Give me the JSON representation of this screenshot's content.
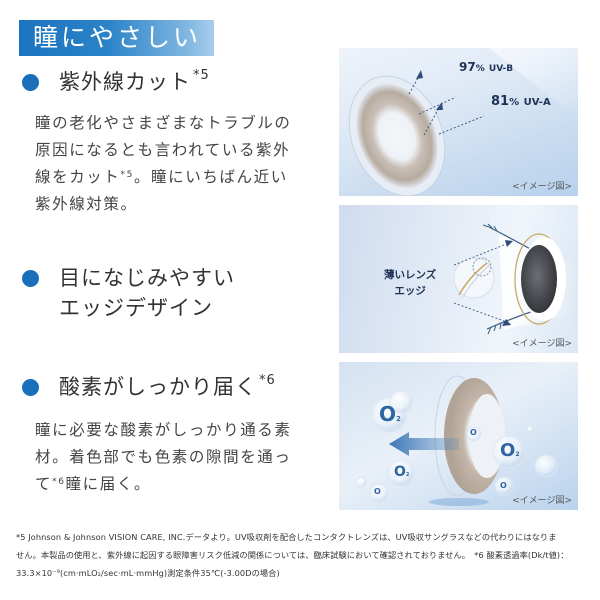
{
  "title_banner": "瞳にやさしい",
  "features": [
    {
      "heading": "紫外線カット",
      "heading_sup": "*5",
      "body_lines": [
        "瞳の老化やさまざまなトラブルの",
        "原因になるとも言われている紫外",
        "線をカット",
        "。瞳にいちばん近い",
        "紫外線対策。"
      ],
      "body_sup": "*5",
      "image": {
        "caption": "<イメージ図>",
        "labels": [
          {
            "value": "97",
            "unit": "%",
            "text": "UV-B"
          },
          {
            "value": "81",
            "unit": "%",
            "text": "UV-A"
          }
        ]
      }
    },
    {
      "heading_line1": "目になじみやすい",
      "heading_line2": "エッジデザイン",
      "image": {
        "caption": "<イメージ図>",
        "label_line1": "薄いレンズ",
        "label_line2": "エッジ"
      }
    },
    {
      "heading": "酸素がしっかり届く",
      "heading_sup": "*6",
      "body_lines": [
        "瞳に必要な酸素がしっかり通る素",
        "材。着色部でも色素の隙間を通っ",
        "て",
        "瞳に届く。"
      ],
      "body_sup": "*6",
      "image": {
        "caption": "<イメージ図>",
        "molecule_label": "O",
        "molecule_sub": "2"
      }
    }
  ],
  "footnotes": {
    "line1": "*5 Johnson & Johnson VISION CARE, INC.データより。UV吸収剤を配合したコンタクトレンズは、UV吸収サングラスなどの代わりにはなりま",
    "line2": "せん。本製品の使用と、紫外線に起因する眼障害リスク低減の関係については、臨床試験において確認されておりません。　*6 酸素透過率(Dk/t値)：",
    "line3": "33.3×10⁻⁹(cm·mLO₂/sec·mL·mmHg)測定条件35℃(-3.00Dの場合)"
  },
  "colors": {
    "accent_blue": "#1a6fba",
    "banner_start": "#1c74bf",
    "banner_end": "#a9cdec",
    "label_navy": "#1e3357"
  }
}
